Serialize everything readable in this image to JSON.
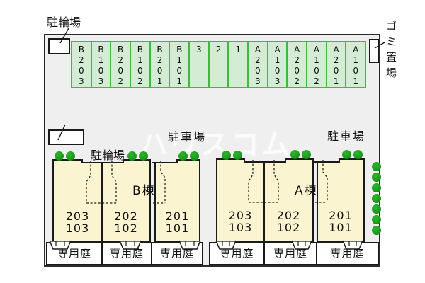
{
  "site_plan": {
    "watermark": "ハウスコム",
    "bicycle_parking_top": {
      "label": "駐輪場"
    },
    "bicycle_parking_left": {
      "label": "駐輪場"
    },
    "garbage_area": {
      "label": "ゴミ置場"
    },
    "parking": {
      "label_left": "駐車場",
      "label_right": "駐車場",
      "stalls": [
        "B203",
        "B103",
        "B202",
        "B102",
        "B201",
        "B101",
        "3",
        "2",
        "1",
        "A203",
        "A103",
        "A202",
        "A102",
        "A201",
        "A101"
      ]
    },
    "buildings": [
      {
        "id": "b",
        "name": "B棟",
        "units": [
          {
            "upper": "203",
            "lower": "103"
          },
          {
            "upper": "202",
            "lower": "102"
          },
          {
            "upper": "201",
            "lower": "101"
          }
        ]
      },
      {
        "id": "a",
        "name": "A棟",
        "units": [
          {
            "upper": "203",
            "lower": "103"
          },
          {
            "upper": "202",
            "lower": "102"
          },
          {
            "upper": "201",
            "lower": "101"
          }
        ]
      }
    ],
    "gardens": {
      "label": "専用庭",
      "count": 6
    },
    "colors": {
      "site_bg": "#efefef",
      "stall_fill": "#d3ecd3",
      "stall_border": "#3cbc3c",
      "building_fill": "#fbf4d0",
      "garden_bg": "#ffffff",
      "tree_green": "#1e9e1e",
      "outline": "#1a1a1a"
    }
  }
}
